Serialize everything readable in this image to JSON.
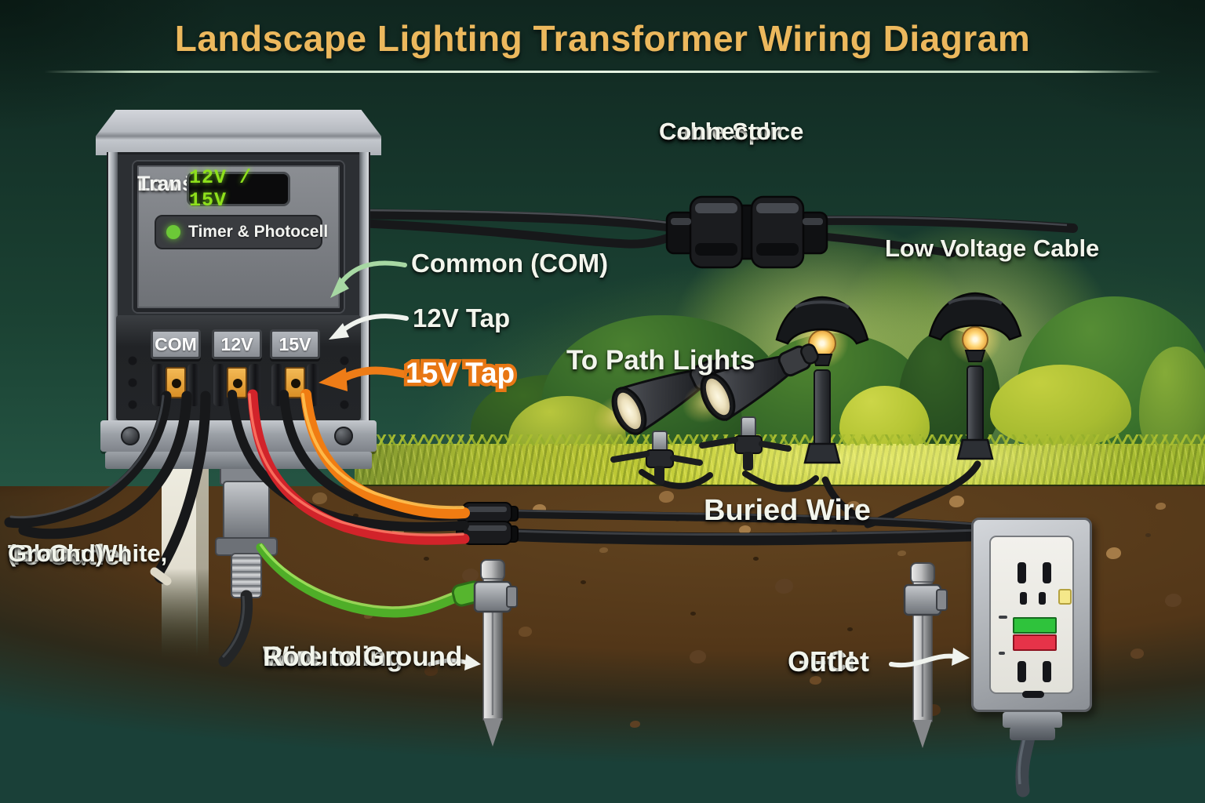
{
  "title": "Landscape Lighting Transformer Wiring Diagram",
  "transformer": {
    "name": [
      "Low Voltage",
      "Transformer"
    ],
    "display_value": "12V / 15V",
    "timer_label": "Timer & Photocell",
    "taps": [
      "COM",
      "12V",
      "15V"
    ]
  },
  "labels": {
    "cable_splice": [
      "Cable Splice",
      "Connector"
    ],
    "low_voltage_cable": "Low Voltage Cable",
    "common": "Common (COM)",
    "tap12": "12V Tap",
    "tap15": "15V Tap",
    "to_path_lights": "To Path Lights",
    "buried_wire": "Buried Wire",
    "to_outlet": [
      "To Outlet",
      "(Black, White,",
      "Ground)"
    ],
    "grounding": [
      "Grounding",
      "Wire to Ground",
      "Rod"
    ],
    "gfci": [
      "GFCI",
      "Outlet"
    ]
  },
  "colors": {
    "background_green": "#1b4233",
    "title_gold": "#ecb85d",
    "grass_green": "#c6cf37",
    "soil_brown": "#523618",
    "wire_red": "#d2232a",
    "wire_orange": "#f07c12",
    "wire_green": "#4fae28",
    "wire_black": "#17181a",
    "led_green": "#6cc837",
    "display_green": "#8ee01c",
    "tap15_accent_orange": "#e87714",
    "label_white": "#f2f5ec",
    "arrow_green": "#a7d8a3",
    "gfci_test_green": "#2fc33c",
    "gfci_reset_red": "#e63349"
  }
}
